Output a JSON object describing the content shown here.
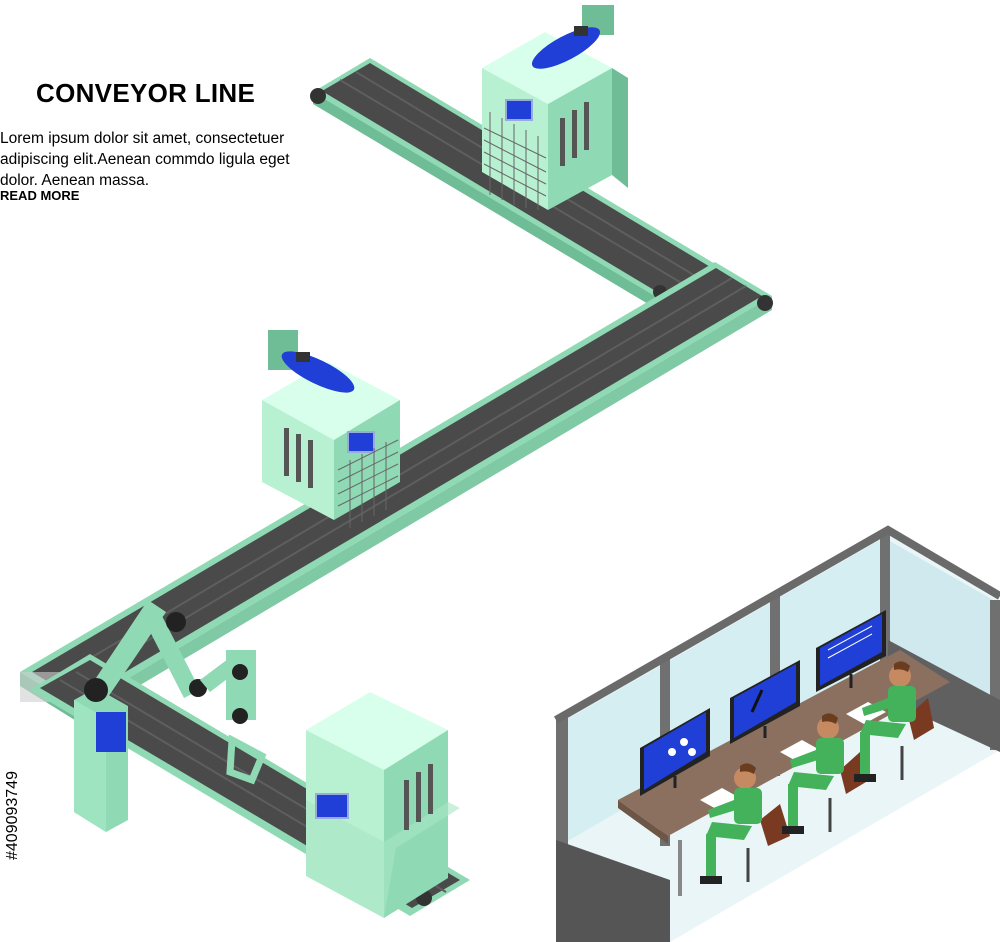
{
  "header": {
    "title": "CONVEYOR LINE",
    "body": "Lorem ipsum dolor sit amet, consectetuer adipiscing elit.Aenean commdo ligula eget dolor. Aenean massa.",
    "read_more": "READ MORE"
  },
  "watermark": {
    "stock_id": "#409093749"
  },
  "colors": {
    "machine_light": "#b8f0d2",
    "machine_mid": "#8fd9b4",
    "machine_dark": "#6fbd96",
    "belt": "#4a4a4a",
    "frame": "#9ee4c0",
    "screen": "#1f3fd6",
    "desk": "#8b7060",
    "office_wall": "#606060",
    "glass": "#d4eef2",
    "worker": "#43b25a",
    "chair": "#7a3a22"
  }
}
